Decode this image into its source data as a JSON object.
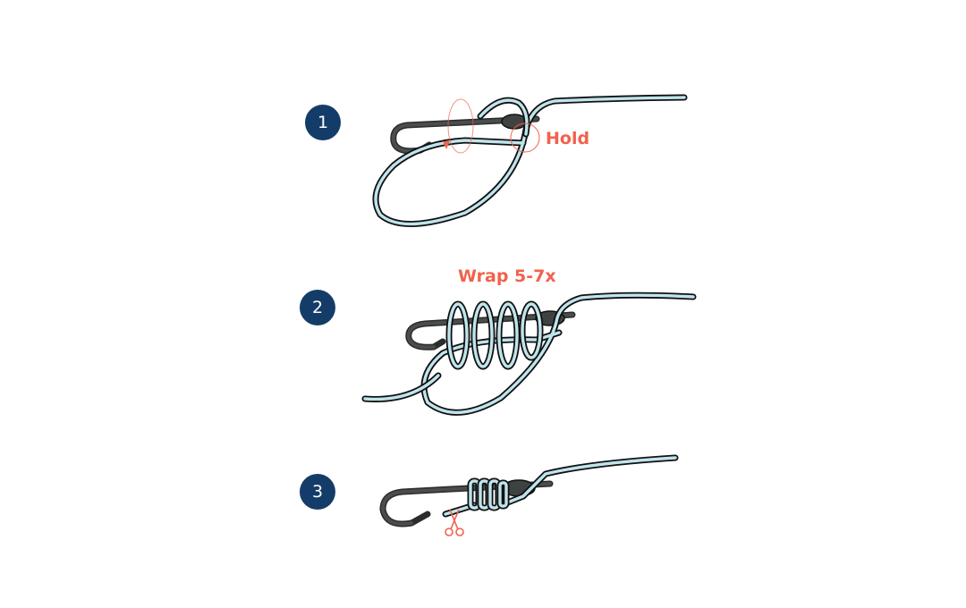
{
  "steps": [
    {
      "number": "1",
      "label": "Hold"
    },
    {
      "number": "2",
      "label": "Wrap 5-7x"
    },
    {
      "number": "3",
      "label": ""
    }
  ],
  "colors": {
    "badge": "#143c68",
    "accent": "#f0624d",
    "line": "#bfe4ec",
    "hook": "#2b2d2d"
  },
  "icons": [
    "rotation-arrow-icon",
    "hold-circle-icon",
    "scissors-icon"
  ]
}
